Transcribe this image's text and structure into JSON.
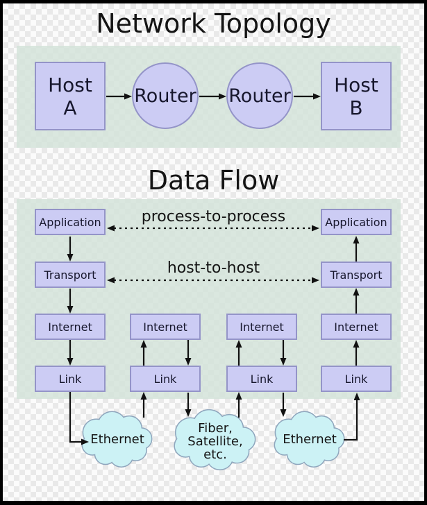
{
  "colors": {
    "frame": "#000000",
    "checker_light": "#fbfbfb",
    "checker_dark": "#e9e9e9",
    "panel": "#d4e3da",
    "node_fill": "#ccccf4",
    "node_border": "#9494c8",
    "cloud_fill": "#ccf2f5",
    "cloud_border": "#8fa6bd",
    "arrow": "#111111",
    "text": "#17172d"
  },
  "topology": {
    "title": "Network Topology",
    "host_a": {
      "line1": "Host",
      "line2": "A"
    },
    "router_1": "Router",
    "router_2": "Router",
    "host_b": {
      "line1": "Host",
      "line2": "B"
    }
  },
  "flow": {
    "title": "Data Flow",
    "annotations": {
      "process_to_process": "process-to-process",
      "host_to_host": "host-to-host"
    },
    "layers": {
      "application": "Application",
      "transport": "Transport",
      "internet": "Internet",
      "link": "Link"
    },
    "clouds": [
      {
        "name": "ethernet-left",
        "lines": [
          "Ethernet"
        ]
      },
      {
        "name": "fiber-satellite",
        "lines": [
          "Fiber,",
          "Satellite,",
          "etc."
        ]
      },
      {
        "name": "ethernet-right",
        "lines": [
          "Ethernet"
        ]
      }
    ]
  }
}
